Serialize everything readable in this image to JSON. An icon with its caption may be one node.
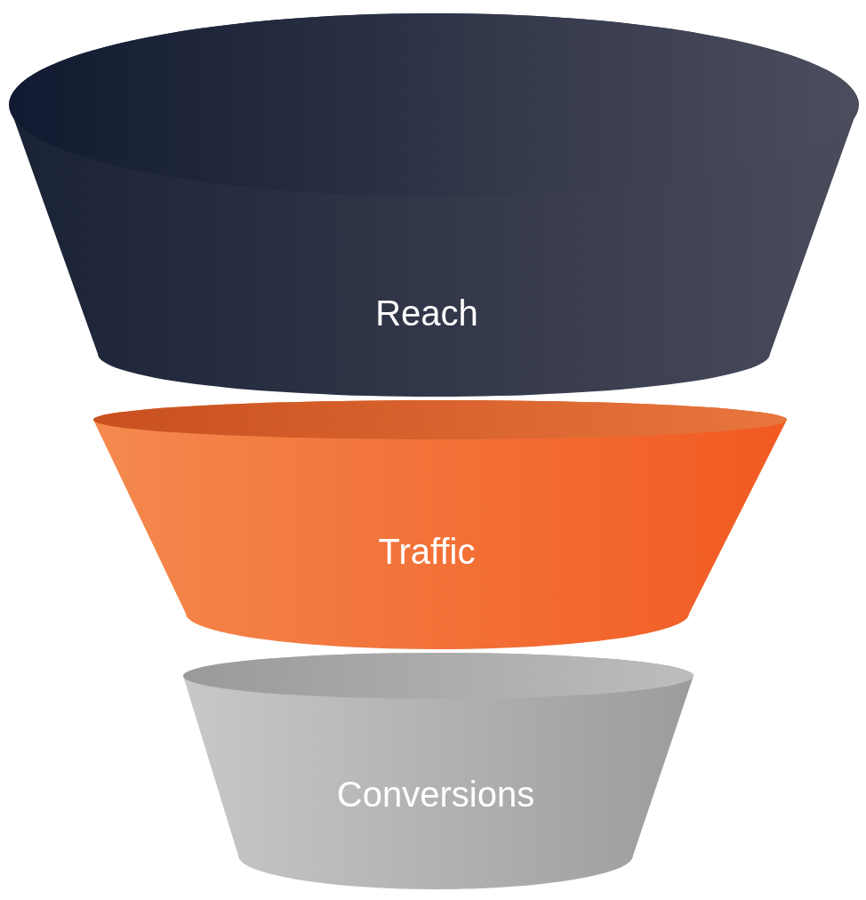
{
  "diagram": {
    "nodes": [
      {
        "text": [
          "Reach"
        ]
      },
      {
        "text": [
          "Traffic"
        ]
      },
      {
        "text": [
          "Conversions"
        ]
      }
    ]
  }
}
